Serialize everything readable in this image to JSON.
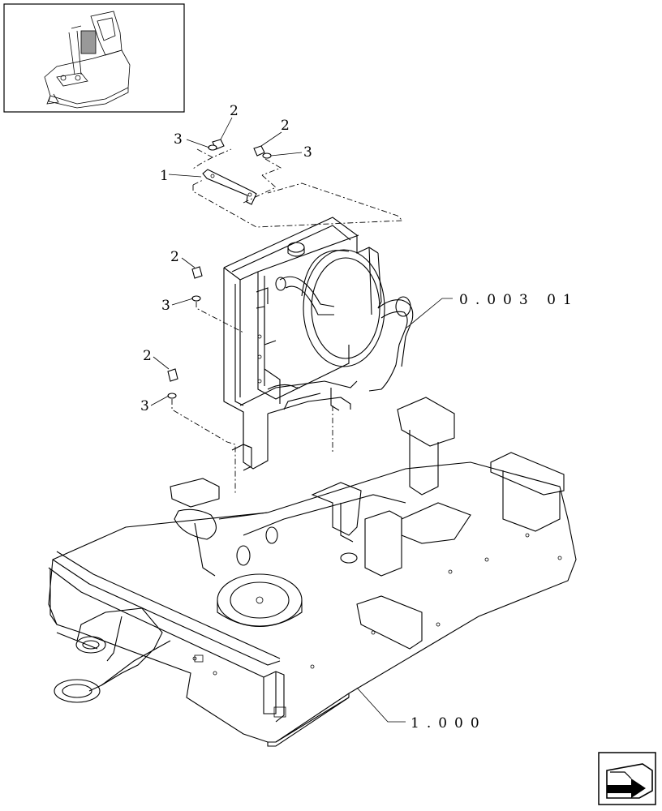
{
  "callouts": {
    "c1": "1",
    "c2a": "2",
    "c3a": "3",
    "c2b": "2",
    "c3b": "3",
    "c2c": "2",
    "c3c": "3",
    "c2d": "2",
    "c3d": "3"
  },
  "references": {
    "radiator_ref": "0.003 01",
    "frame_ref": "1.000"
  },
  "icons": {
    "thumbnail": "machine-location-thumbnail-icon",
    "next_page": "next-page-arrow-icon"
  }
}
